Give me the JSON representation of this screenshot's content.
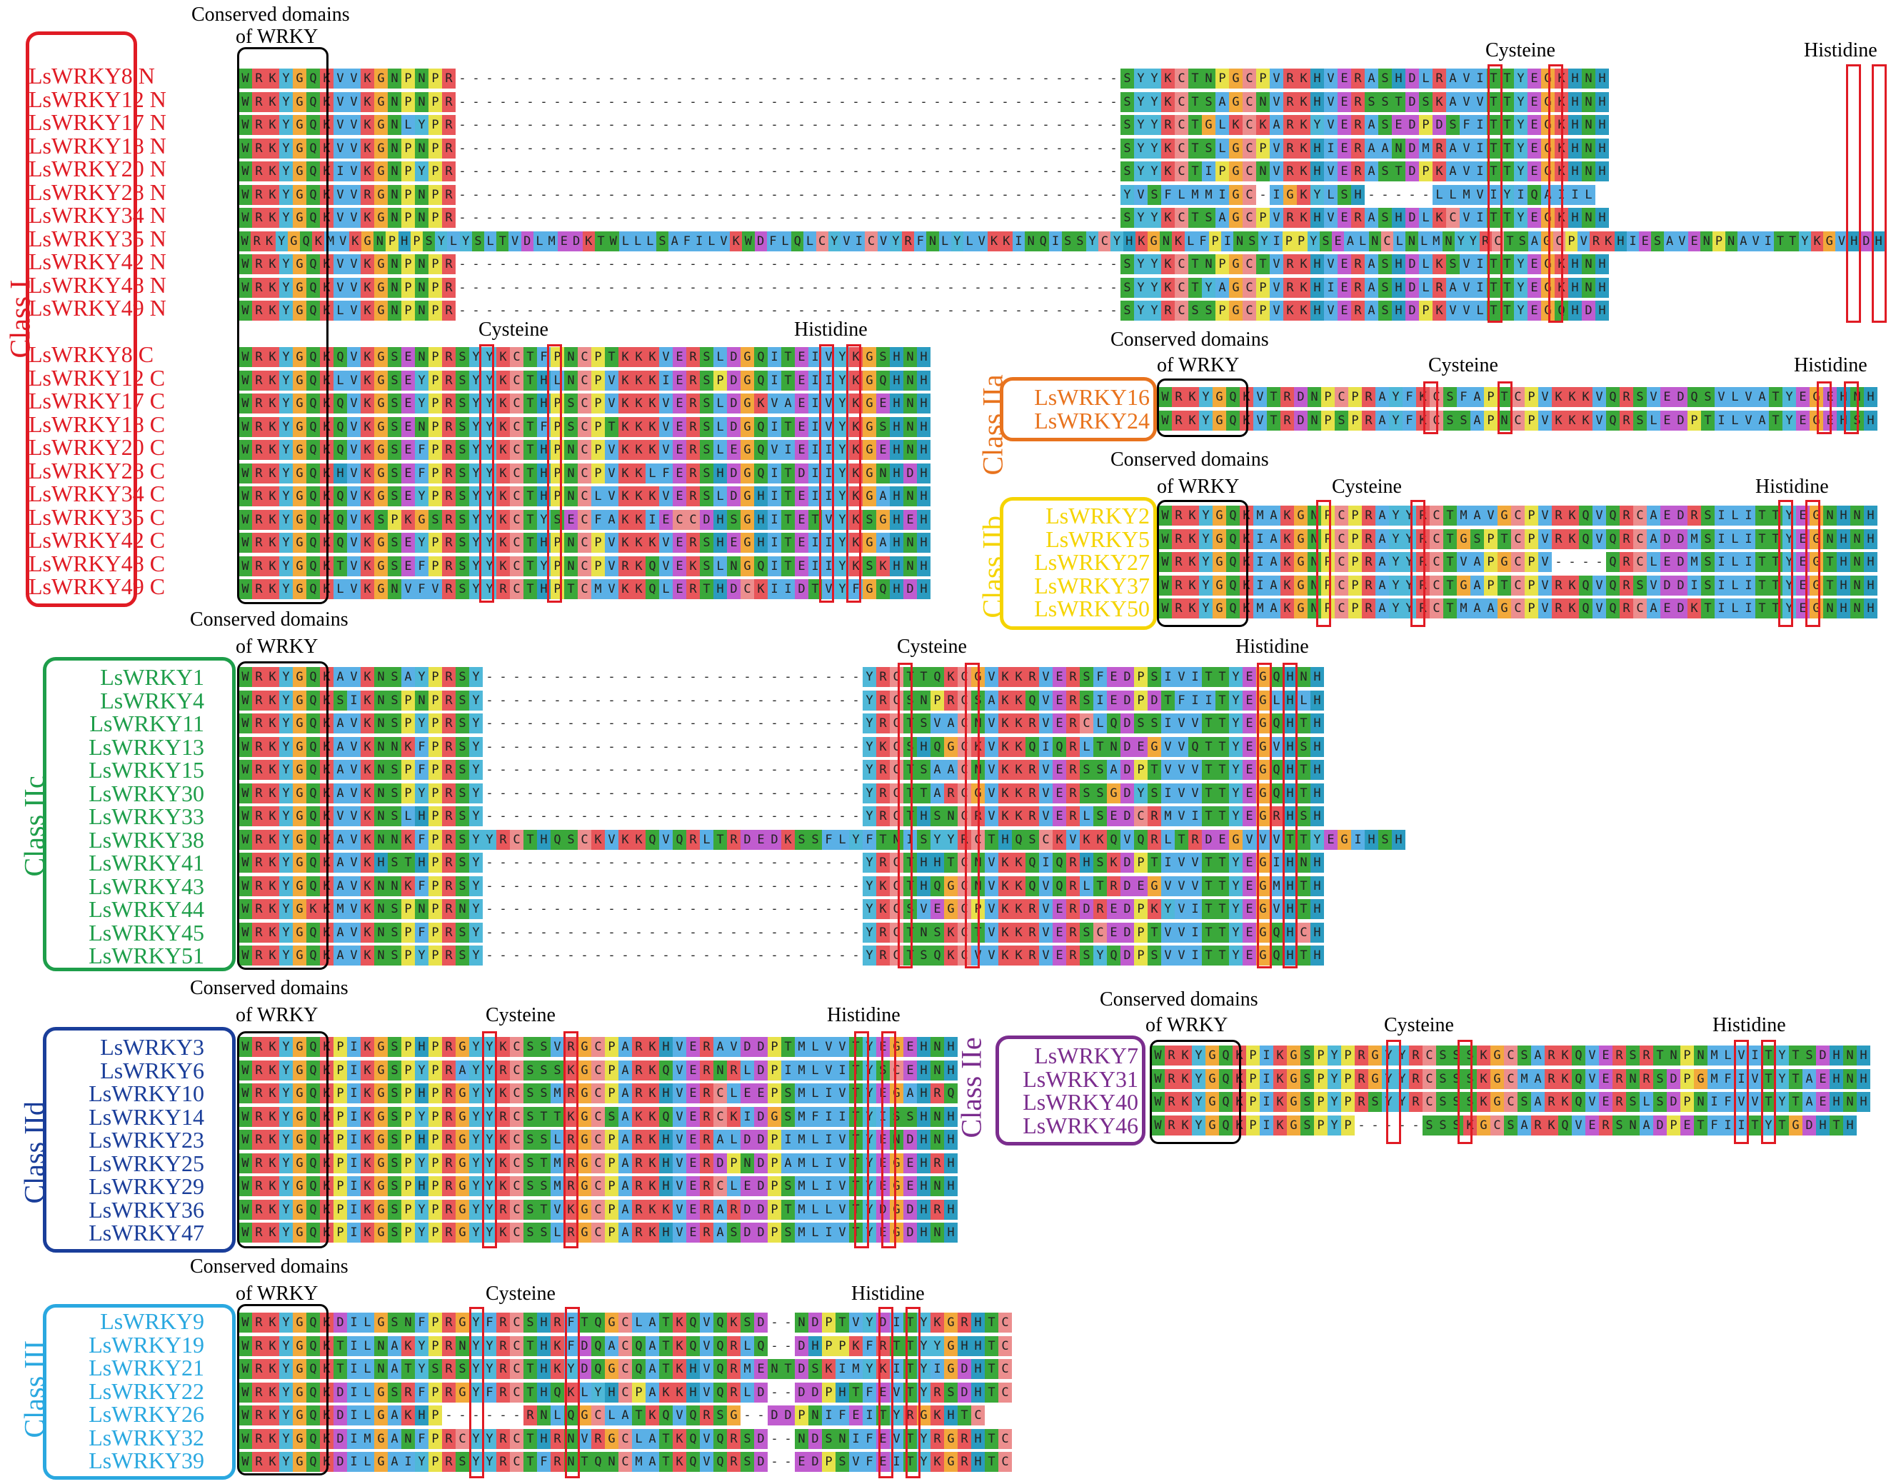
{
  "labels": {
    "conserved_line1": "Conserved domains",
    "conserved_line2": "of WRKY",
    "cysteine": "Cysteine",
    "histidine": "Histidine"
  },
  "colors": {
    "W": "#3aa83a",
    "R": "#e8565a",
    "K": "#e8565a",
    "Y": "#4fb8d8",
    "G": "#f2a93b",
    "Q": "#3aa83a",
    "A": "#5ab0e6",
    "C": "#ec8e8e",
    "H": "#2b9bc0",
    "N": "#3aa83a",
    "S": "#3aa83a",
    "T": "#3aa83a",
    "D": "#c05ccf",
    "E": "#c05ccf",
    "P": "#e8e24a",
    "V": "#5ab0e6",
    "I": "#5ab0e6",
    "L": "#5ab0e6",
    "M": "#5ab0e6",
    "F": "#5ab0e6",
    "-": "#ffffff"
  },
  "classes": [
    {
      "id": "class-I",
      "name": "Class I",
      "color": "#e01b24",
      "groups": [
        {
          "genes": [
            "LsWRKY8 N",
            "LsWRKY12 N",
            "LsWRKY17 N",
            "LsWRKY18 N",
            "LsWRKY20 N",
            "LsWRKY28 N",
            "LsWRKY34 N",
            "LsWRKY35 N",
            "LsWRKY42 N",
            "LsWRKY48 N",
            "LsWRKY49 N"
          ],
          "seqs": [
            "WRKYGQKVVKGNPNPR-------------------------------------------------SYYKCTNPGCPVRKHVERASHDLRAVITTYEGKHNH",
            "WRKYGQKVVKGNPNPR-------------------------------------------------SYYKCTSAGCNVRKHVERSSTDSKAVVTTYEGKHNH",
            "WRKYGQKVVKGNLYPR-------------------------------------------------SYYRCTGLKCKARKYVERASEDPDSFITTYEGKHNH",
            "WRKYGQKVVKGNPNPR-------------------------------------------------SYYKCTSLGCPVRKHIERAANDMRAVITTYEGKHNH",
            "WRKYGQKIVKGNPYPR-------------------------------------------------SYYKCTIPGCNVRKHVERASTDPKAVITTYEGKHNH",
            "WRKYGQKVVRGNPNPR-------------------------------------------------YVSFLMMIGC-IGKYLSH-----LLMVIYIQAIIL",
            "WRKYGQKVVKGNPNPR-------------------------------------------------SYYKCTSAGCPVRKHVERASHDLKCVITTYEGKHNH",
            "WRKYGQKMVKGNPHPSYLYSLTVDLMEDKTWLLLSAFILVKWDFLQLCYVICVYRFNLYLVKKINQISSYCYHKGNKLFPINSYIPPYSEALNCLNLMNYYRCTSAGCPVRKHIESAVENPNAVITTYKGVHDH",
            "WRKYGQKVVKGNPNPR-------------------------------------------------SYYKCTNPGCTVRKHVERASHDLKSVITTYEGKHNH",
            "WRKYGQKVVKGNPNPR-------------------------------------------------SYYKCTYAGCPVRKHIERASHDLRAVITTYEGKHNH",
            "WRKYGQKLVKGNPNPR-------------------------------------------------SYYRCSSPGCPVKKHVERASHDPKVVLTTYEGQHDH"
          ]
        },
        {
          "genes": [
            "LsWRKY8 C",
            "LsWRKY12 C",
            "LsWRKY17 C",
            "LsWRKY18 C",
            "LsWRKY20 C",
            "LsWRKY28 C",
            "LsWRKY34 C",
            "LsWRKY35 C",
            "LsWRKY42 C",
            "LsWRKY48 C",
            "LsWRKY49 C"
          ],
          "seqs": [
            "WRKYGQKQVKGSENPRSYYKCTFPNCPTKKKVERSLDGQITEIVYKGSHNH",
            "WRKYGQKLVKGSEYPRSYYKCTHLNCPVKKKIERSPDGQITEIIYKGQHNH",
            "WRKYGQKQVKGSEYPRSYYKCTHPSCPVKKKVERSLDGKVAEIVYKGEHNH",
            "WRKYGQKQVKGSENPRSYYKCTFPSCPTKKKVERSLDGQITEIVYKGSHNH",
            "WRKYGQKQVKGSEFPRSYYKCTHPNCPVKKKVERSLEGQVIEIIYKGEHNH",
            "WRKYGQKHVKGSEFPRSYYKCTHPNCPVKKLFERSHDGQITDIIYKGNHDH",
            "WRKYGQKQVKGSEYPRSYYKCTHPNCLVKKKVERSLDGHITEIIYKGAHNH",
            "WRKYGQKQVKSPKGSRSYYKCTYSECFAKKIECCDHSGHITETVYKSGHEH",
            "WRKYGQKQVKGSEYPRSYYKCTHPNCPVKKKVERSHEGHITEIIYKGAHNH",
            "WRKYGQKTVKGSEFPRSYYKCTYPNCPVRKQVEKSLNGQITEIIYKSKHNH",
            "WRKYGQKLVKGNVFVRSYYRCTHPTCMVKKQLERTHDCKIIDTVYFGQHDH"
          ]
        }
      ]
    },
    {
      "id": "class-IIa",
      "name": "Class IIa",
      "color": "#e8731e",
      "groups": [
        {
          "genes": [
            "LsWRKY16",
            "LsWRKY24"
          ],
          "seqs": [
            "WRKYGQKVTRDNPCPRAYFKCSFAPTCPVKKKVQRSVEDQSVLVATYEGEHNH",
            "WRKYGQKVTRDNPSPRAYFKCSSAPNCPVKKKVQRSLEDPTILVATYEGEHSH"
          ]
        }
      ]
    },
    {
      "id": "class-IIb",
      "name": "Class IIb",
      "color": "#f5d400",
      "groups": [
        {
          "genes": [
            "LsWRKY2",
            "LsWRKY5",
            "LsWRKY27",
            "LsWRKY37",
            "LsWRKY50"
          ],
          "seqs": [
            "WRKYGQKMAKGNPCPRAYYRCTMAVGCPVRKQVQRCAEDRSILITTYEGNHNH",
            "WRKYGQKIAKGNPCPRAYYRCTGSPTCPVRKQVQRCADDMSILITTYEGNHNH",
            "WRKYGQKIAKGNPCPRAYYRCTVAPGCPV----QRCLEDMSILITTYEGTHNH",
            "WRKYGQKIAKGNPCPRAYYRCTGAPTCPVRKQVQRSVDDISILITTYEGTHNH",
            "WRKYGQKMAKGNPCPRAYYRCTMAAGCPVRKQVQRCAEDKTILITTYEGNHNH"
          ]
        }
      ]
    },
    {
      "id": "class-IIc",
      "name": "Class IIc",
      "color": "#1e9e4a",
      "groups": [
        {
          "genes": [
            "LsWRKY1",
            "LsWRKY4",
            "LsWRKY11",
            "LsWRKY13",
            "LsWRKY15",
            "LsWRKY30",
            "LsWRKY33",
            "LsWRKY38",
            "LsWRKY41",
            "LsWRKY43",
            "LsWRKY44",
            "LsWRKY45",
            "LsWRKY51"
          ],
          "seqs": [
            "WRKYGQKAVKNSAYPRSY----------------------------YRCTTQKCGVKKRVERSFEDPSIVITTYEGQHNH",
            "WRKYGQKSIKNSPNPRSY----------------------------YRCSNPRCSAKKQVERSIEDPDTFIITYEGLHLH",
            "WRKYGQKAVKNSPYPRSY----------------------------YRCTSVACNVKKRVERCLQDSSIVVTTYEGQHTH",
            "WRKYGQKAVKNNKFPRSY----------------------------YKCSHQGCKVKKQIQRLTNDEGVVQTTYEGVHSH",
            "WRKYGQKAVKNSPFPRSY----------------------------YRCTSAACNVKKRVERSSADPTVVVTTYEGQHTH",
            "WRKYGQKAVKNSPYPRSY----------------------------YRCTTARCGVKKRVERSSGDYSIVVTTYEGQHTH",
            "WRKYGQKVVKNSLHPRSY----------------------------YRCTHSNCRVKKRVERLSEDCRMVITTYEGRHSH",
            "WRKYGQKAVKNNKFPRSYYRCTHQSCKVKKQVQRLTRDEDKSSFLYFTNISYYRCTHQSCKVKKQVQRLTRDEGVVVTTYEGIHSH",
            "WRKYGQKAVKHSTHPRSY----------------------------YRCTHHTCNVKKQIQRHSKDPTIVVTTYEGIHNH",
            "WRKYGQKAVKNNKFPRSY----------------------------YKCTHQGCNVKKQVQRLTRDEGVVVTTYEGMHTH",
            "WRKYGKKMVKNSPNPRNY----------------------------YKCSVEGCPVKKRVERDREDPKYVITTYEGVHTH",
            "WRKYGQKAVKNSPFPRSY----------------------------YRCTNSKCTVKKRVERSCEDPTVVITTYEGQHCH",
            "WRKYGQKAVKNSPYPRSY----------------------------YRCTSQKCVVKKRVERSYQDPSVVITTYEGQHTH"
          ]
        }
      ]
    },
    {
      "id": "class-IId",
      "name": "Class IId",
      "color": "#1a3e9a",
      "groups": [
        {
          "genes": [
            "LsWRKY3",
            "LsWRKY6",
            "LsWRKY10",
            "LsWRKY14",
            "LsWRKY23",
            "LsWRKY25",
            "LsWRKY29",
            "LsWRKY36",
            "LsWRKY47"
          ],
          "seqs": [
            "WRKYGQKPIKGSPHPRGYYKCSSVRGCPARKHVERAVDDPTMLVVTYEGEHNH",
            "WRKYGQKPIKGSPYPRAYYRCSSSKGCPARKQVERNRLDPIMLVITYSCEHNH",
            "WRKYGQKPIKGSPHPRGYYKCSSMRGCPARKHVERCLEEPSMLIVTYEGAHRQ",
            "WRKYGQKPIKGSPYPRGYYRCSTTKGCSAKKQVERCKIDGSMFIITYISSHNH",
            "WRKYGQKPIKGSPHPRGYYKCSSLRGCPARKHVERALDDPIMLIVTYENDHNH",
            "WRKYGQKPIKGSPYPRGYYKCSTMRGCPARKHVERDPNDPAMLIVTYEGEHRH",
            "WRKYGQKPIKGSPHPRGYYKCSSMRGCPARKHVERCLEDPSMLIVTYEGEHNH",
            "WRKYGQKPIKGSPYPRGYYRCSTVKGCPARKKVERARDDPTMLLVTYDGDHRH",
            "WRKYGQKPIKGSPYPRGYYKCSSLRGCPARKHVERASDDPSMLIVTYEGDHNH"
          ]
        }
      ]
    },
    {
      "id": "class-IIe",
      "name": "Class IIe",
      "color": "#7b2d8e",
      "groups": [
        {
          "genes": [
            "LsWRKY7",
            "LsWRKY31",
            "LsWRKY40",
            "LsWRKY46"
          ],
          "seqs": [
            "WRKYGQKPIKGSPYPRGYYRCSSSKGCSARKQVERSRTNPNMLVITYTSDHNH",
            "WRKYGQKPIKGSPYPRGYYRCSSSKGCMARKQVERNRSDPGMFIVTYTAEHNH",
            "WRKYGQKPIKGSPYPRSYYRCSSSKGCSARKQVERSLSDPNIFVVTYTAEHNH",
            "WRKYGQKPIKGSPYP-----SSSKGCSARKQVERSNADPETFIITYTGDHTH"
          ]
        }
      ]
    },
    {
      "id": "class-III",
      "name": "Class III",
      "color": "#2aa8e0",
      "groups": [
        {
          "genes": [
            "LsWRKY9",
            "LsWRKY19",
            "LsWRKY21",
            "LsWRKY22",
            "LsWRKY26",
            "LsWRKY32",
            "LsWRKY39"
          ],
          "seqs": [
            "WRKYGQKDILGSNFPRGYFRCSHRFTQGCLATKQVQKSD--NDPTVYDITYKGRHTC",
            "WRKYGQKTILNAKYPRNYYRCTHKFDQACQATKQVQRLQ--DHPPKFRTTYYGHHTC",
            "WRKYGQKTILNATYSRSYYRCTHKYDQGCQATKHVQRMENTDSKIMYKITYIGDHTC",
            "WRKYGQKDILGSRFPRGYFRCTHQKLYHCPAKKHVQRLD--DDPHTFEVTYRSDHTC",
            "WRKYGQKDILGAKHP------RNLQGCLATKQVQRSG--DDPNIFEITYRGKHTC",
            "WRKYGQKDIMGANFPRCYYRCTHRNVRGCLATKQVQRSD--NDSNIFEVTYRGRHTC",
            "WRKYGQKDILGAIYPRSYYRCTFRNTQNCMATKQVQRSD--EDPSVFEITYKGRHTC"
          ]
        }
      ]
    }
  ]
}
